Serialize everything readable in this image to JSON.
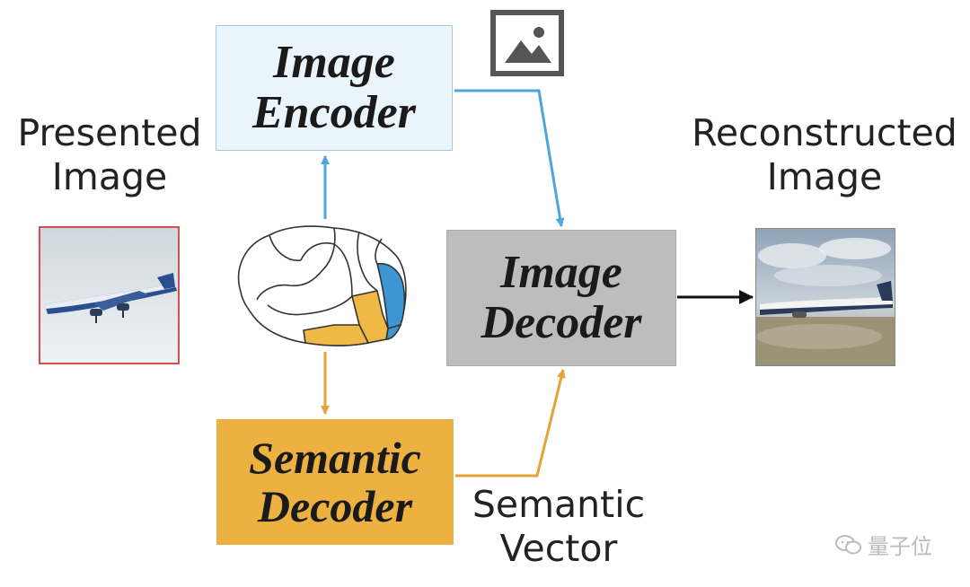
{
  "encoder": {
    "line1": "Image",
    "line2": "Encoder"
  },
  "decoder": {
    "line1": "Image",
    "line2": "Decoder"
  },
  "semantic_decoder": {
    "line1": "Semantic",
    "line2": "Decoder"
  },
  "labels": {
    "presented": [
      "Presented",
      "Image"
    ],
    "reconstructed": [
      "Reconstructed",
      "Image"
    ],
    "semantic_vector": [
      "Semantic",
      "Vector"
    ]
  },
  "watermark": "量子位",
  "colors": {
    "blue_arrow": "#4ea4dc",
    "orange_arrow": "#e3a23a",
    "black_arrow": "#111111",
    "encoder_fill": "#eaf4fb",
    "decoder_fill": "#bdbdbd",
    "semantic_fill": "#edb142",
    "brain_blue": "#3d95d3",
    "brain_yellow": "#f0b845"
  },
  "icons": [
    "image-icon",
    "brain-icon",
    "wechat-icon"
  ]
}
